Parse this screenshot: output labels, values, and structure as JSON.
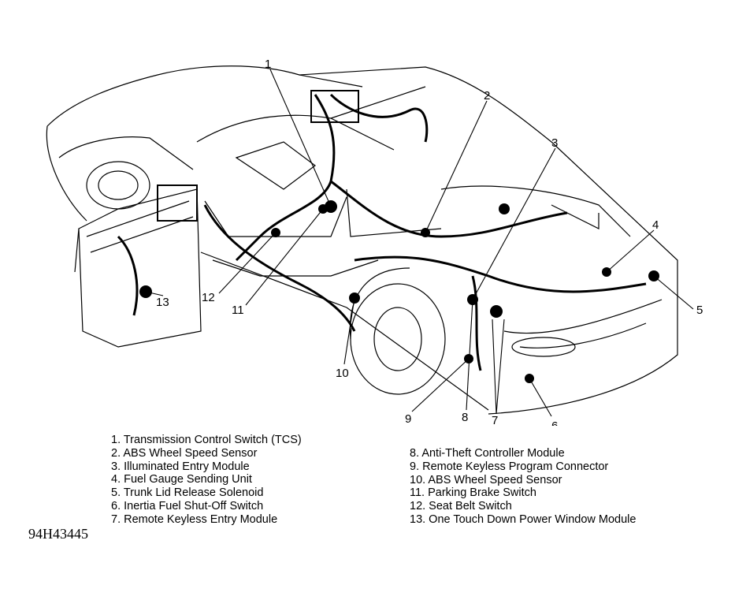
{
  "diagram": {
    "callouts": [
      {
        "num": "1"
      },
      {
        "num": "2"
      },
      {
        "num": "3"
      },
      {
        "num": "4"
      },
      {
        "num": "5"
      },
      {
        "num": "6"
      },
      {
        "num": "7"
      },
      {
        "num": "8"
      },
      {
        "num": "9"
      },
      {
        "num": "10"
      },
      {
        "num": "11"
      },
      {
        "num": "12"
      },
      {
        "num": "13"
      }
    ]
  },
  "legend": {
    "left": [
      "1. Transmission Control Switch (TCS)",
      "2. ABS Wheel Speed Sensor",
      "3. Illuminated Entry Module",
      "4. Fuel Gauge Sending Unit",
      "5. Trunk Lid Release Solenoid",
      "6. Inertia Fuel Shut-Off Switch",
      "7. Remote Keyless Entry Module"
    ],
    "right": [
      "8. Anti-Theft Controller Module",
      "9. Remote Keyless Program Connector",
      "10. ABS Wheel Speed Sensor",
      "11. Parking Brake Switch",
      "12. Seat Belt Switch",
      "13. One Touch Down Power Window Module"
    ]
  },
  "figure_id": "94H43445"
}
